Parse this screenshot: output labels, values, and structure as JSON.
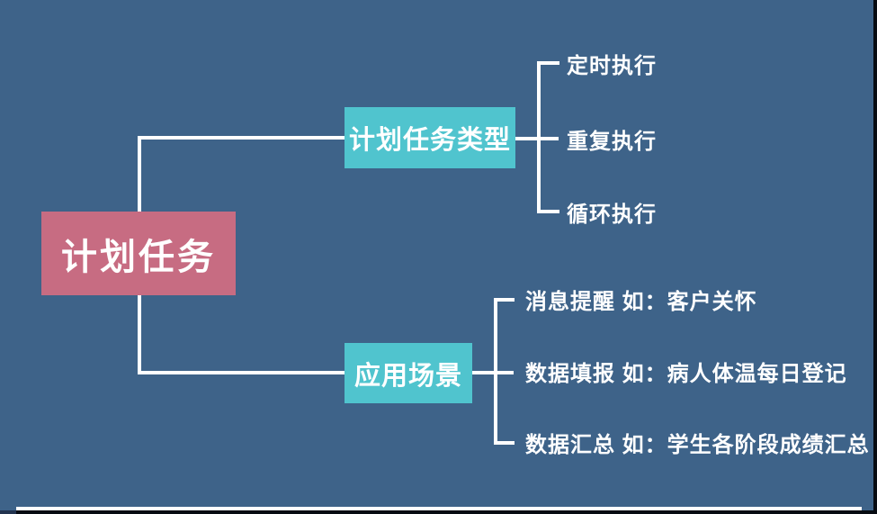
{
  "mindmap": {
    "root": {
      "label": "计划任务"
    },
    "branches": [
      {
        "label": "计划任务类型",
        "children": [
          "定时执行",
          "重复执行",
          "循环执行"
        ]
      },
      {
        "label": "应用场景",
        "children": [
          "消息提醒 如：客户关怀",
          "数据填报 如：病人体温每日登记",
          "数据汇总 如：学生各阶段成绩汇总"
        ]
      }
    ]
  },
  "colors": {
    "background": "#3E6389",
    "root_fill": "#C76C82",
    "branch_fill": "#50C4CE",
    "text": "#FFFFFF",
    "connector": "#FFFFFF",
    "frame": "#070B12",
    "frame_left": "#22334F"
  }
}
